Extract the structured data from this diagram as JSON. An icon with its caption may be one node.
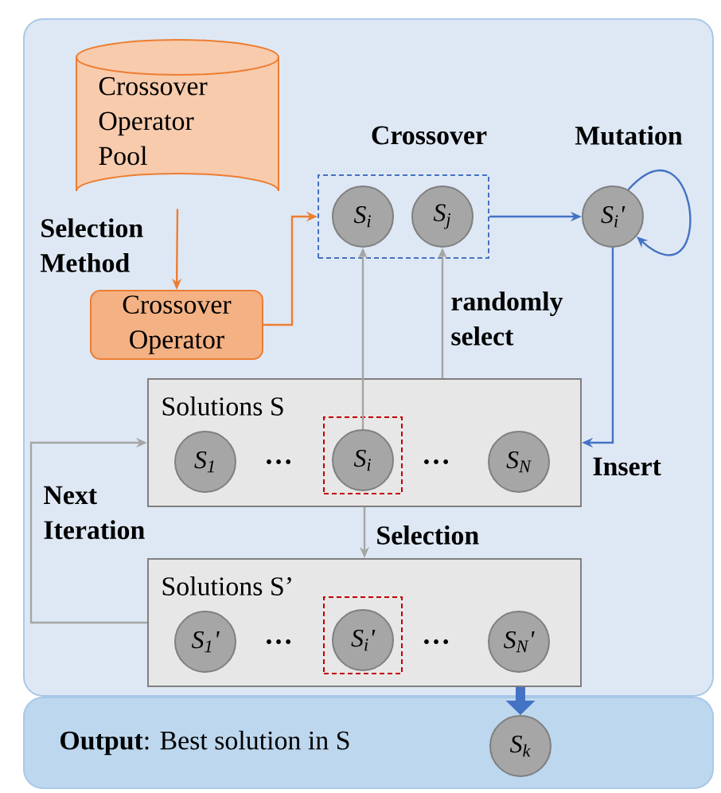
{
  "diagram": {
    "nodes": [
      {
        "text": [
          "Crossover Operator Pool"
        ]
      },
      {
        "text": [
          "Crossover Operator"
        ]
      },
      {
        "text": [
          "Crossover"
        ]
      },
      {
        "text": [
          "S$_{i}$"
        ],
        "in": 2
      },
      {
        "text": [
          "S$_{j}$"
        ],
        "in": 2
      },
      {
        "text": [
          "S$_{i}$'"
        ],
        "beside": [
          "Mutation"
        ]
      },
      {
        "text": [
          "Solutions S"
        ]
      },
      {
        "text": [
          "S$_{1}$"
        ],
        "in": 6
      },
      {
        "text": [],
        "shape": "box",
        "in": 6
      },
      {
        "text": [
          "S$_{i}$"
        ],
        "in": 8
      },
      {
        "text": [
          "S$_{N}$"
        ],
        "in": 6
      },
      {
        "text": [
          "Solutions S’"
        ]
      },
      {
        "text": [
          "S$_{1}$'"
        ],
        "in": 11
      },
      {
        "text": [],
        "shape": "box",
        "in": 11
      },
      {
        "text": [
          "S$_{i}$'"
        ],
        "in": 13
      },
      {
        "text": [
          "S$_{N}$'"
        ],
        "in": 11
      },
      {
        "text": [
          "**Output**: Best solution in S"
        ]
      },
      {
        "text": [
          "S$_{k}$"
        ],
        "in": 16
      }
    ],
    "edges": [
      {
        "from": 0,
        "to": 1,
        "arrow": "to",
        "label": "Selection Method",
        "color": "#ed7d31"
      },
      {
        "from": 1,
        "to": 2,
        "arrow": "to",
        "color": "#ed7d31"
      },
      {
        "from": 9,
        "to": 3,
        "arrow": "to"
      },
      {
        "from": 6,
        "to": 4,
        "arrow": "to",
        "label": "randomly select"
      },
      {
        "from": 2,
        "to": 5,
        "arrow": "to",
        "color": "#4472c4"
      },
      {
        "from": 5,
        "to": 5,
        "arrow": "to",
        "color": "#4472c4"
      },
      {
        "from": 5,
        "to": 6,
        "arrow": "to",
        "label": "Insert",
        "color": "#4472c4"
      },
      {
        "from": 6,
        "to": 11,
        "arrow": "to",
        "label": "Selection"
      },
      {
        "from": 11,
        "to": 6,
        "arrow": "to",
        "label": "Next Iteration"
      },
      {
        "from": 11,
        "to": 17,
        "arrow": "to",
        "style": "thick",
        "color": "#4472c4"
      }
    ],
    "labels": [
      "…",
      "…",
      "…",
      "…"
    ]
  }
}
